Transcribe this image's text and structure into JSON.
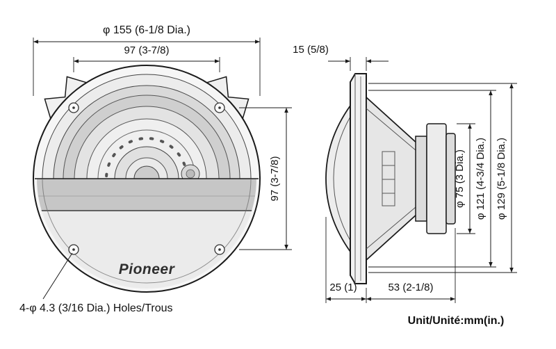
{
  "colors": {
    "ink": "#1a1a1a",
    "paper": "#ffffff"
  },
  "front_view": {
    "dim_overall_diameter": "φ 155 (6-1/8 Dia.)",
    "dim_width": "97 (3-7/8)",
    "dim_height": "97 (3-7/8)",
    "holes_note": "4-φ 4.3 (3/16 Dia.) Holes/Trous",
    "brand": "Pioneer"
  },
  "side_view": {
    "dim_flange_thickness": "15 (5/8)",
    "dim_front_protrusion": "25 (1)",
    "dim_mounting_depth": "53 (2-1/8)",
    "dim_magnet_diameter": "φ 75 (3 Dia.)",
    "dim_frame_diameter": "φ 121 (4-3/4 Dia.)",
    "dim_overall_diameter": "φ 129 (5-1/8 Dia.)"
  },
  "footer": {
    "unit_label": "Unit/Unité:mm(in.)"
  }
}
